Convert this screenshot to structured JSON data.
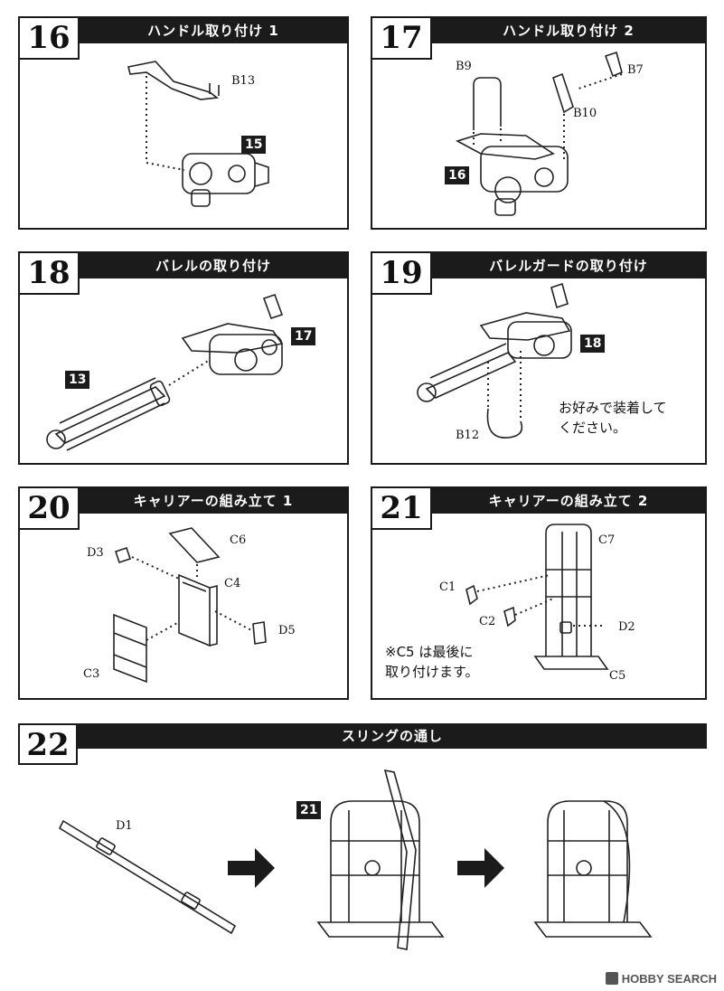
{
  "steps": [
    {
      "number": "16",
      "title": "ハンドル取り付け 1",
      "labels": {
        "b13": "B13"
      },
      "tags": {
        "t15": "15"
      }
    },
    {
      "number": "17",
      "title": "ハンドル取り付け 2",
      "labels": {
        "b9": "B9",
        "b7": "B7",
        "b10": "B10"
      },
      "tags": {
        "t16": "16"
      }
    },
    {
      "number": "18",
      "title": "バレルの取り付け",
      "labels": {},
      "tags": {
        "t17": "17",
        "t13": "13"
      }
    },
    {
      "number": "19",
      "title": "バレルガードの取り付け",
      "labels": {
        "b12": "B12"
      },
      "tags": {
        "t18": "18"
      },
      "note": [
        "お好みで装着して",
        "ください。"
      ]
    },
    {
      "number": "20",
      "title": "キャリアーの組み立て 1",
      "labels": {
        "d3": "D3",
        "c6": "C6",
        "c4": "C4",
        "d5": "D5",
        "c3": "C3"
      },
      "tags": {}
    },
    {
      "number": "21",
      "title": "キャリアーの組み立て 2",
      "labels": {
        "c7": "C7",
        "c1": "C1",
        "c2": "C2",
        "d2": "D2",
        "c5": "C5"
      },
      "tags": {},
      "note": [
        "※C5 は最後に",
        "取り付けます。"
      ]
    },
    {
      "number": "22",
      "title": "スリングの通し",
      "labels": {
        "d1": "D1"
      },
      "tags": {
        "t21": "21"
      }
    }
  ],
  "watermark": "HOBBY SEARCH",
  "icons": [
    "arrow-right-icon",
    "arrow-right-icon"
  ]
}
